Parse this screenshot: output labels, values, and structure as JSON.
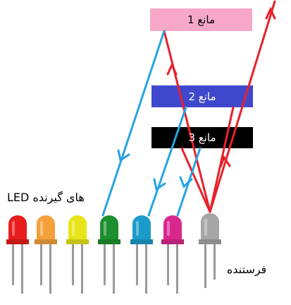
{
  "title": "",
  "obstacles": [
    {
      "label": "مانع 1",
      "color": "#f7a8c8",
      "text_color": "#000000"
    },
    {
      "label": "مانع 2",
      "color": "#3f48cc",
      "text_color": "#ffffff"
    },
    {
      "label": "مانع 3",
      "color": "#000000",
      "text_color": "#ffffff"
    }
  ],
  "receiver_label": "LED های گیرنده",
  "transmitter_label": "فرستنده",
  "leds": [
    {
      "role": "receiver",
      "color": "#e81c1c"
    },
    {
      "role": "receiver",
      "color": "#f4a13b"
    },
    {
      "role": "receiver",
      "color": "#e8e41a"
    },
    {
      "role": "receiver",
      "color": "#1d8f2e"
    },
    {
      "role": "receiver",
      "color": "#1b9bc9"
    },
    {
      "role": "receiver",
      "color": "#d8288f"
    },
    {
      "role": "transmitter",
      "color": "#a6a6a6"
    }
  ],
  "beam_colors": {
    "emitted": "#e8202a",
    "reflected": "#29a3e0"
  }
}
